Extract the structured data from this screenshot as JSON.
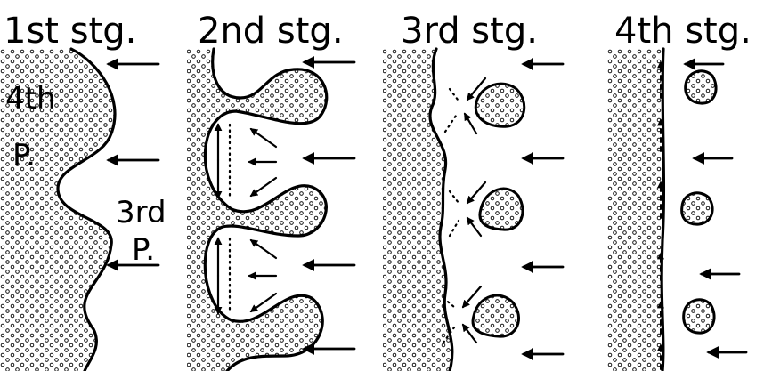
{
  "stages": [
    {
      "title": "1st stg."
    },
    {
      "title": "2nd stg."
    },
    {
      "title": "3rd stg."
    },
    {
      "title": "4th stg."
    }
  ],
  "labels": {
    "fourth_top": "4th",
    "fourth_bottom": "P.",
    "third_top": "3rd",
    "third_bottom": "P."
  }
}
